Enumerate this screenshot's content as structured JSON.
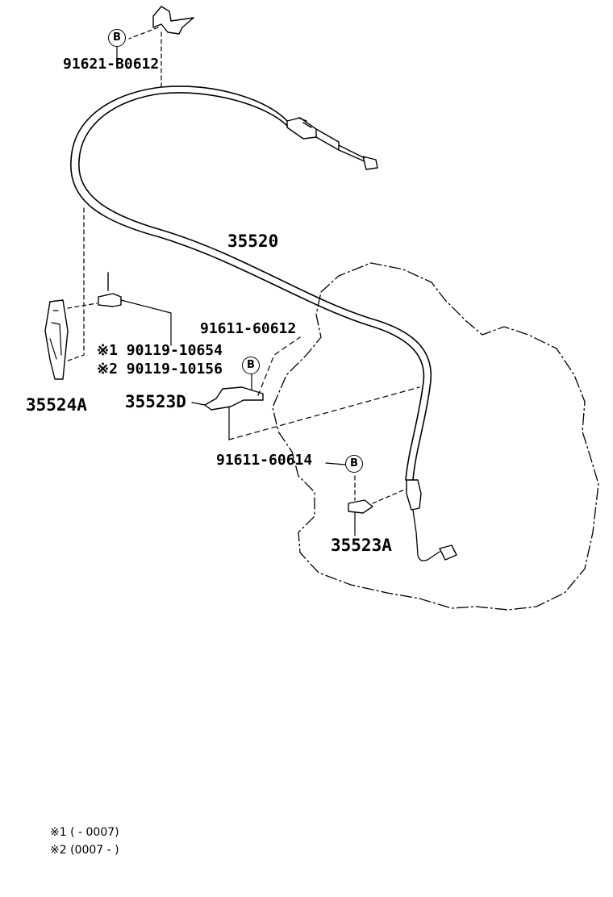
{
  "parts": {
    "clamp_bolt_top": "91621-B0612",
    "cable_main": "35520",
    "bolt_91611_60612": "91611-60612",
    "bolt_alt_1": "※1 90119-10654",
    "bolt_alt_2": "※2 90119-10156",
    "bracket_35524a": "35524A",
    "bracket_35523d": "35523D",
    "bolt_91611_60614": "91611-60614",
    "bracket_35523a": "35523A"
  },
  "callout_badge": "B",
  "footnotes": {
    "note_1": "※1 (        - 0007)",
    "note_2": "※2 (0007 -        )"
  }
}
